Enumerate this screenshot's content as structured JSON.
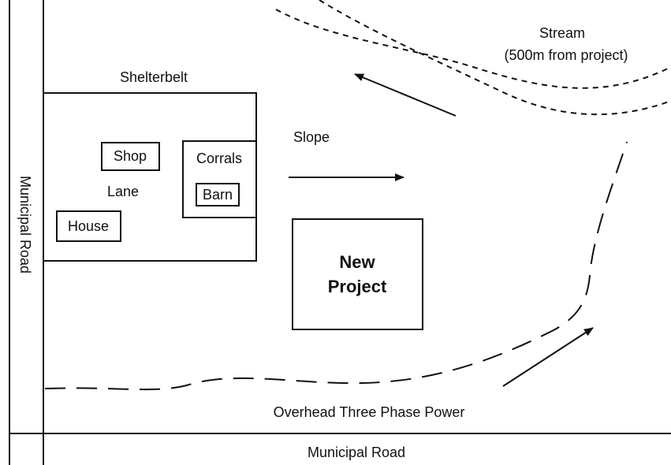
{
  "labels": {
    "stream_line1": "Stream",
    "stream_line2": "(500m from project)",
    "shelterbelt": "Shelterbelt",
    "slope": "Slope",
    "shop": "Shop",
    "corrals": "Corrals",
    "lane": "Lane",
    "barn": "Barn",
    "house": "House",
    "new_project_line1": "New",
    "new_project_line2": "Project",
    "power": "Overhead Three Phase Power",
    "road_left": "Municipal  Road",
    "road_bottom": "Municipal  Road"
  },
  "colors": {
    "line": "#111111",
    "background": "#ffffff"
  }
}
